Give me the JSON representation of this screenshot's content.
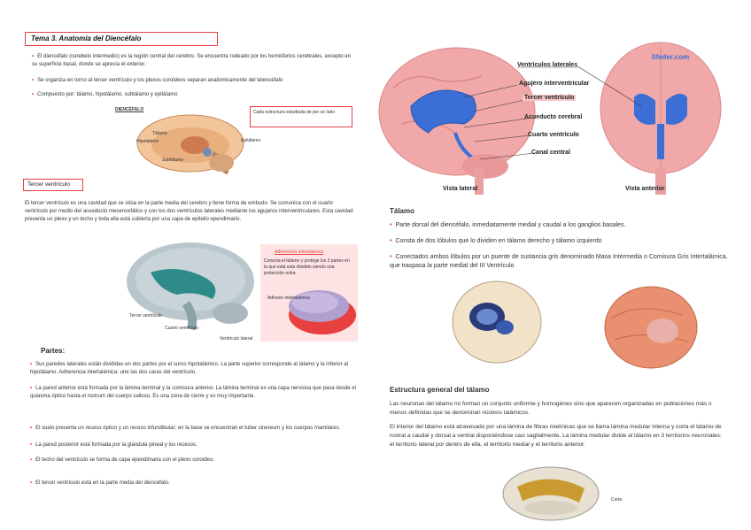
{
  "left": {
    "title": "Tema 3. Anatomía del Diencéfalo",
    "bullets": [
      "El diencéfalo (cerebelo intermedio) es la región central del cerebro. Se encuentra rodeado por los hemisferios cerebrales, excepto en su superficie basal, donde se aprecia el exterior.",
      "Se organiza en torno al tercer ventrículo y los plexos coroideos separan anatómicamente del telencéfalo",
      "Compuesto por: tálamo, hipotálamo, subtálamo y epitálamo"
    ],
    "figure1": {
      "caption": "DIENCÉFALO",
      "labels": [
        "Tálamo",
        "Hipotálamo",
        "Subtálamo",
        "Epitálamo"
      ]
    },
    "note1": "Cada estructura estudiada de por un lado",
    "section2_title": "Tercer ventrículo",
    "paragraph": "El tercer ventrículo es una cavidad que se sitúa en la parte media del cerebro y tiene forma de embudo. Se comunica con el cuarto ventrículo por medio del acueducto mesencefálico y con los dos ventrículos laterales mediante los agujeros interventriculares. Esta cavidad presenta un plexo y un techo y toda ella está cubierta por una capa de epitelio ependimario.",
    "figure2": {
      "labels": [
        "Tercer ventrículo",
        "Cuarto ventrículo",
        "Ventrículo lateral"
      ]
    },
    "note2": {
      "title": "Adherencia intertalámica",
      "text": "Conecta el tálamo y protege los 2 partes en la que está esta dividido siendo una protección extra",
      "label": "Adhesio intertalamica"
    },
    "partes_title": "Partes:",
    "partes_bullets": [
      "Sus paredes laterales están divididas en dos partes por el surco hipotalámico. La parte superior corresponde al tálamo y la inferior al hipotálamo. Adherencia intertalámica: une las dos caras del ventrículo.",
      "La pared anterior está formada por la lámina terminal y la comisura anterior. La lámina terminal es una capa nerviosa que pasa desde el quiasma óptico hasta el rostrum del cuerpo calloso. Es una zona de cierre y es muy importante.",
      "El suelo presenta un receso óptico y un receso infundibular; en la base se encuentran el tuber cinereum y los cuerpos mamilares.",
      "La pared posterior está formada por la glándula pineal y los recesos.",
      "El techo del ventrículo se forma de capa ependimaria con el plexo coroideo.",
      "El tercer ventrículo está en la parte media del diencéfalo."
    ]
  },
  "right": {
    "brand": "lifeder.com",
    "figure_labels": [
      "Ventrículos laterales",
      "Agujero interventricular",
      "Tercer ventrículo",
      "Acueducto cerebral",
      "Cuarto ventrículo",
      "Canal central"
    ],
    "view_lateral": "Vista lateral",
    "view_anterior": "Vista anterior",
    "talamo_title": "Tálamo",
    "talamo_bullets": [
      "Parte dorsal del diencéfalo, inmediatamente medial y caudal a los ganglios basales.",
      "Consta de dos lóbulos que lo dividen en tálamo derecho y tálamo izquierdo",
      "Conectados ambos lóbulos por un puente de sustancia gris denominado Masa Intermedia o Comisura Gris Intertalámica, que traspasa la parte medial del III Ventrículo"
    ],
    "estructura_title": "Estructura general del tálamo",
    "estructura_p1": "Las neuronas del tálamo no forman un conjunto uniforme y homogéneo sino que aparecen organizadas en poblaciones más o menos definidas que se denominan núcleos talámicos.",
    "estructura_p2": "El interior del tálamo está atravesado por una lámina de fibras mielínicas que se llama lámina medular interna y corta el tálamo de rostral a caudal y dorsal a ventral disponiéndose casi sagitalmente. La lámina medular divide al tálamo en 3 territorios neuronales: el territorio lateral por dentro de ella, el territorio medial y el territorio anterior.",
    "fig_caption": "Corte",
    "colors": {
      "accent": "#e8403f",
      "ventricle": "#3b6fd6",
      "brain": "#f0a8a8"
    }
  }
}
